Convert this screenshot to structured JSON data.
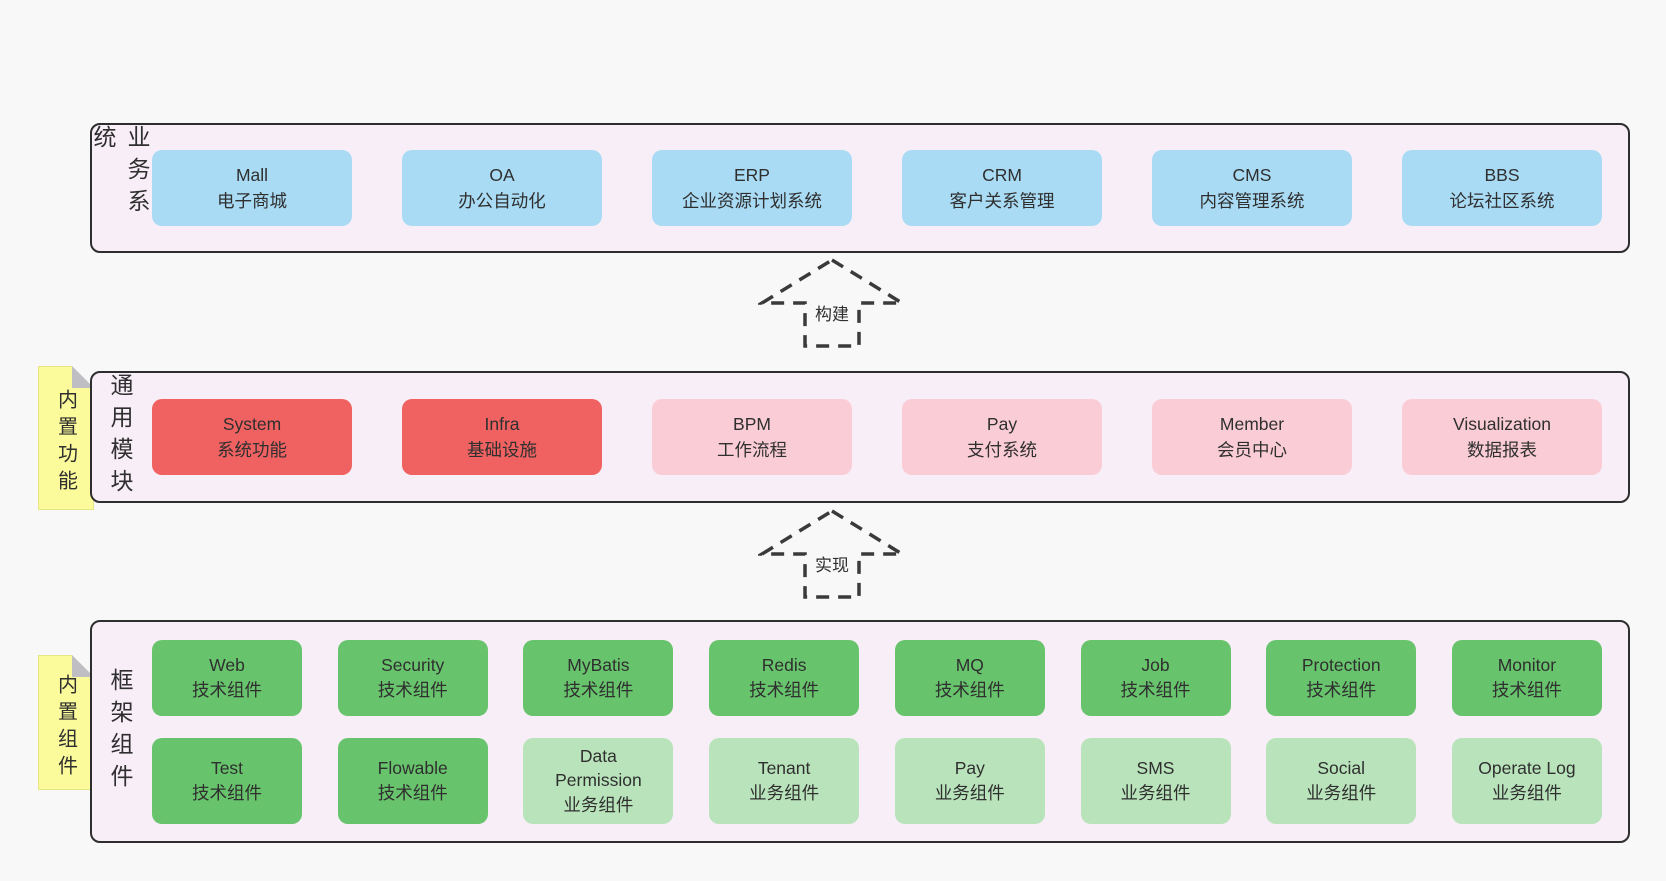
{
  "colors": {
    "page-bg": "#f8f8f8",
    "container-bg": "#f8eef7",
    "container-border": "#2e2e2e",
    "box-blue": "#a9dbf4",
    "box-red": "#f06261",
    "box-pink": "#faccd6",
    "box-green": "#68c46c",
    "box-lightgreen": "#b9e4bb",
    "note-yellow": "#fbfb9c",
    "note-fold": "#bfbfc3",
    "text": "#2f2f2f"
  },
  "sections": {
    "business": {
      "label": "业务系统",
      "boxes": [
        {
          "title": "Mall",
          "subtitle": "电子商城",
          "variant": "blue"
        },
        {
          "title": "OA",
          "subtitle": "办公自动化",
          "variant": "blue"
        },
        {
          "title": "ERP",
          "subtitle": "企业资源计划系统",
          "variant": "blue"
        },
        {
          "title": "CRM",
          "subtitle": "客户关系管理",
          "variant": "blue"
        },
        {
          "title": "CMS",
          "subtitle": "内容管理系统",
          "variant": "blue"
        },
        {
          "title": "BBS",
          "subtitle": "论坛社区系统",
          "variant": "blue"
        }
      ]
    },
    "modules": {
      "label": "通用模块",
      "note": "内置功能",
      "boxes": [
        {
          "title": "System",
          "subtitle": "系统功能",
          "variant": "red"
        },
        {
          "title": "Infra",
          "subtitle": "基础设施",
          "variant": "red"
        },
        {
          "title": "BPM",
          "subtitle": "工作流程",
          "variant": "pink"
        },
        {
          "title": "Pay",
          "subtitle": "支付系统",
          "variant": "pink"
        },
        {
          "title": "Member",
          "subtitle": "会员中心",
          "variant": "pink"
        },
        {
          "title": "Visualization",
          "subtitle": "数据报表",
          "variant": "pink"
        }
      ]
    },
    "components": {
      "label": "框架组件",
      "note": "内置组件",
      "row1": [
        {
          "title": "Web",
          "subtitle": "技术组件",
          "variant": "green"
        },
        {
          "title": "Security",
          "subtitle": "技术组件",
          "variant": "green"
        },
        {
          "title": "MyBatis",
          "subtitle": "技术组件",
          "variant": "green"
        },
        {
          "title": "Redis",
          "subtitle": "技术组件",
          "variant": "green"
        },
        {
          "title": "MQ",
          "subtitle": "技术组件",
          "variant": "green"
        },
        {
          "title": "Job",
          "subtitle": "技术组件",
          "variant": "green"
        },
        {
          "title": "Protection",
          "subtitle": "技术组件",
          "variant": "green"
        },
        {
          "title": "Monitor",
          "subtitle": "技术组件",
          "variant": "green"
        }
      ],
      "row2": [
        {
          "title": "Test",
          "subtitle": "技术组件",
          "variant": "green"
        },
        {
          "title": "Flowable",
          "subtitle": "技术组件",
          "variant": "green"
        },
        {
          "title": "Data Permission",
          "subtitle": "业务组件",
          "variant": "lightgreen"
        },
        {
          "title": "Tenant",
          "subtitle": "业务组件",
          "variant": "lightgreen"
        },
        {
          "title": "Pay",
          "subtitle": "业务组件",
          "variant": "lightgreen"
        },
        {
          "title": "SMS",
          "subtitle": "业务组件",
          "variant": "lightgreen"
        },
        {
          "title": "Social",
          "subtitle": "业务组件",
          "variant": "lightgreen"
        },
        {
          "title": "Operate Log",
          "subtitle": "业务组件",
          "variant": "lightgreen"
        }
      ]
    }
  },
  "arrows": {
    "build": "构建",
    "implement": "实现"
  }
}
